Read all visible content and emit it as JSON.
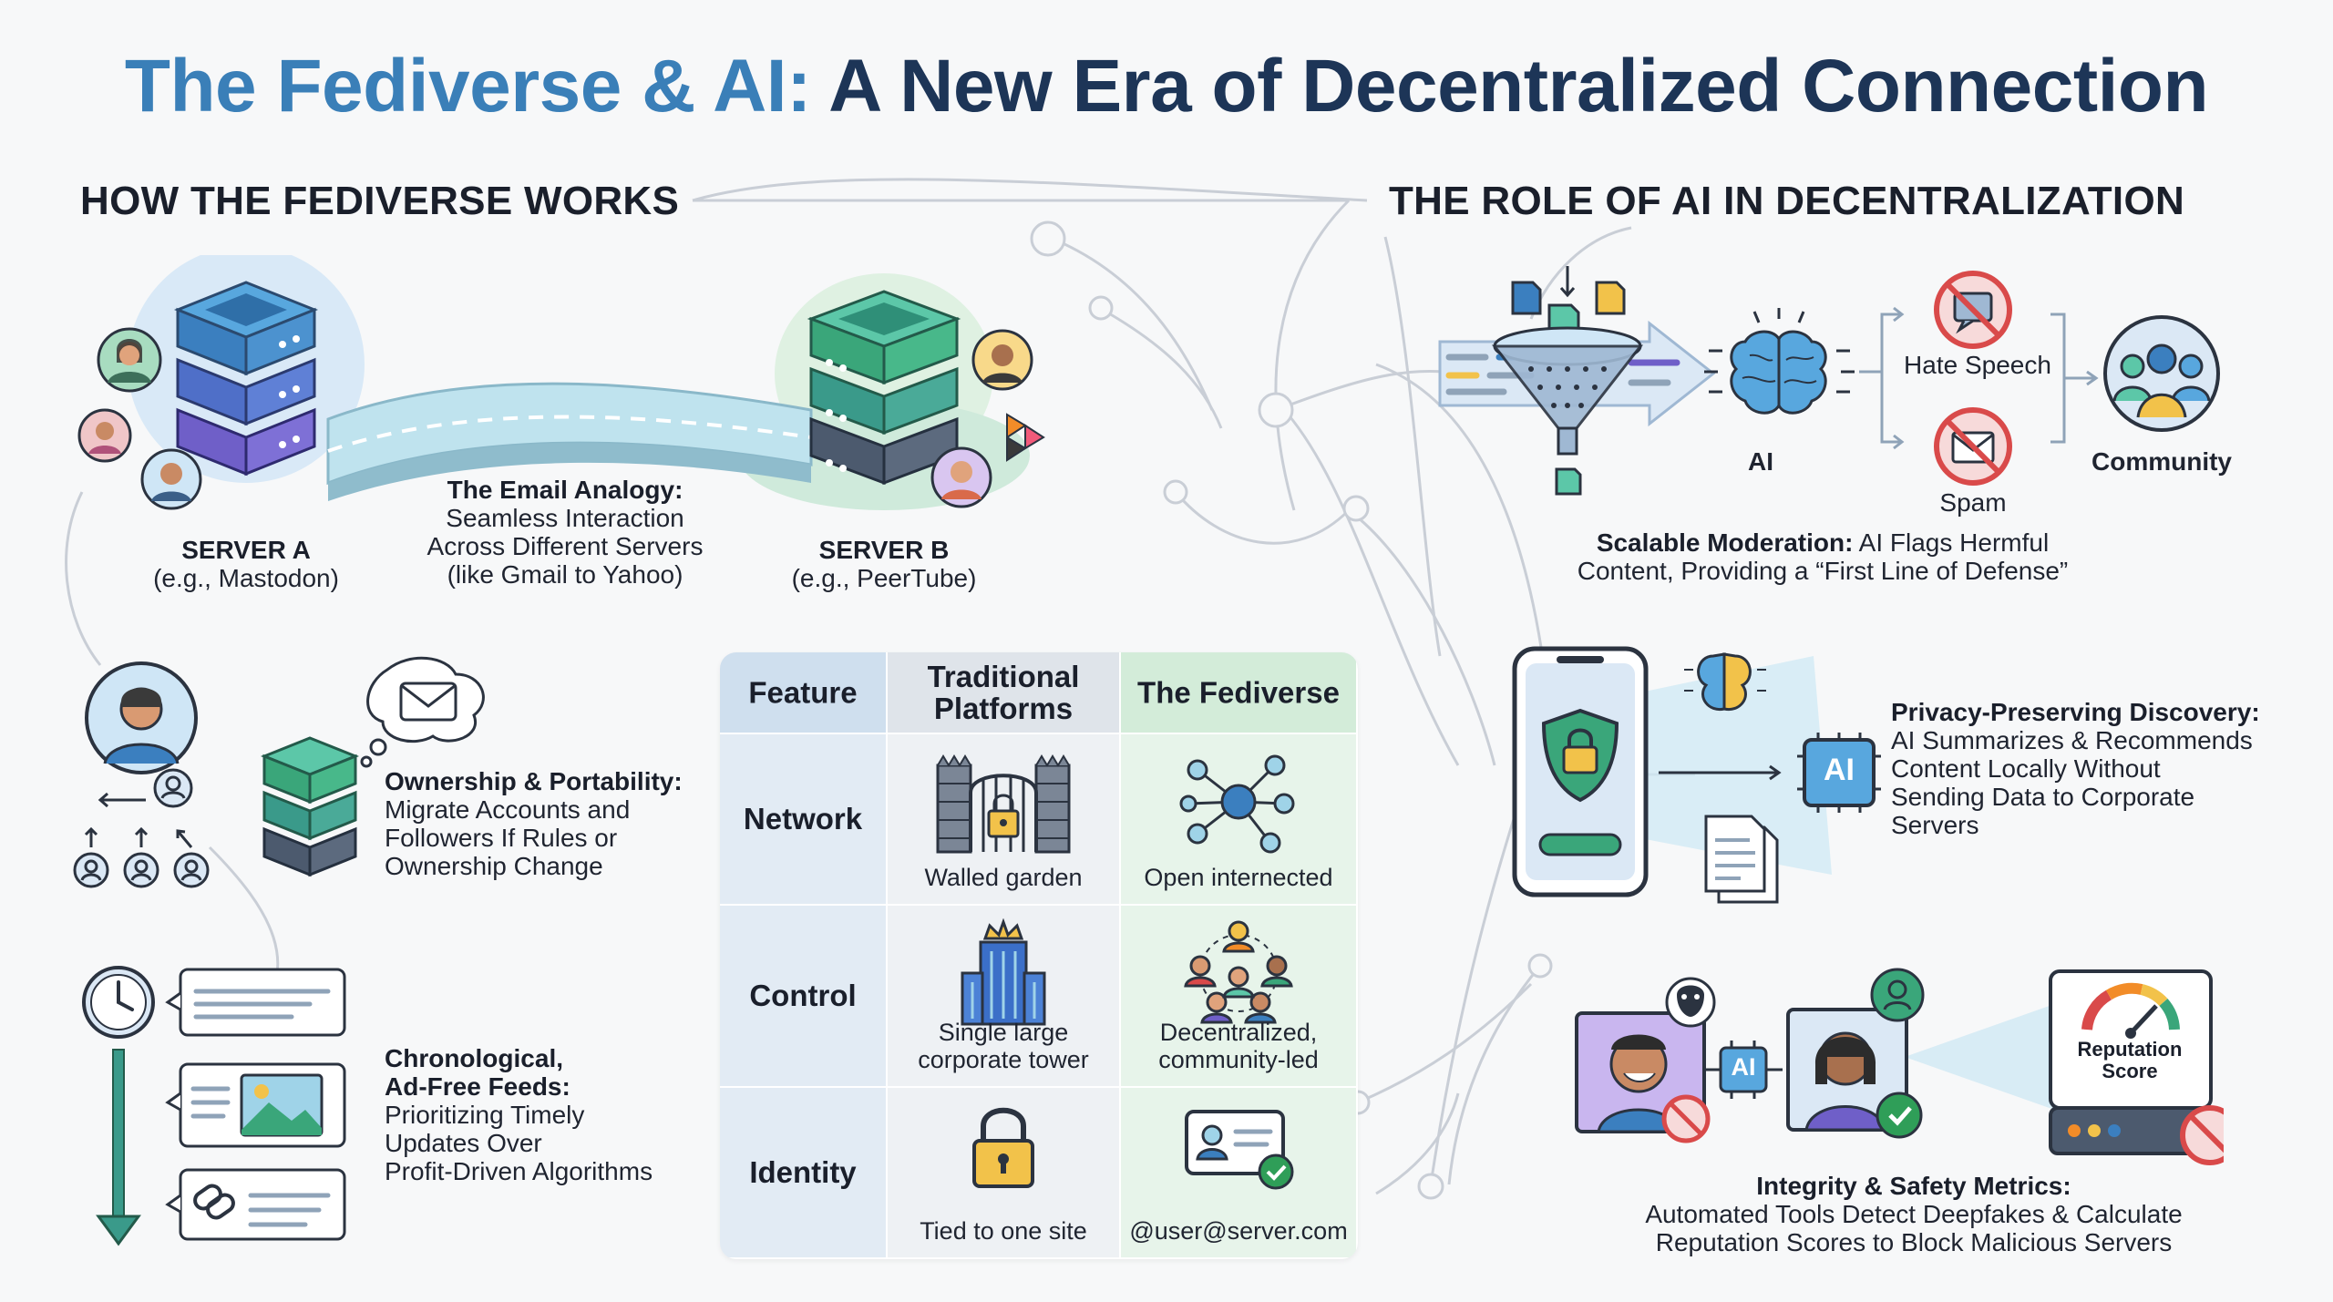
{
  "title": {
    "part1": "The Fediverse & AI:",
    "part2": "A New Era of Decentralized Connection"
  },
  "left": {
    "heading": "HOW THE FEDIVERSE WORKS",
    "server_a": {
      "name": "SERVER A",
      "example": "(e.g., Mastodon)"
    },
    "server_b": {
      "name": "SERVER B",
      "example": "(e.g., PeerTube)"
    },
    "email_analogy": {
      "title": "The Email Analogy:",
      "lines": [
        "Seamless Interaction",
        "Across Different Servers",
        "(like Gmail to Yahoo)"
      ]
    },
    "ownership": {
      "title": "Ownership & Portability:",
      "lines": [
        "Migrate Accounts and",
        "Followers If Rules or",
        "Ownership Change"
      ]
    },
    "feeds": {
      "title_lines": [
        "Chronological,",
        "Ad-Free Feeds:"
      ],
      "lines": [
        "Prioritizing Timely",
        "Updates Over",
        "Profit-Driven Algorithms"
      ]
    }
  },
  "table": {
    "headers": [
      "Feature",
      "Traditional Platforms",
      "The Fediverse"
    ],
    "header_trad_lines": [
      "Traditional",
      "Platforms"
    ],
    "rows": [
      {
        "feature": "Network",
        "traditional": "Walled garden",
        "fediverse": "Open internected"
      },
      {
        "feature": "Control",
        "traditional_lines": [
          "Single large",
          "corporate tower"
        ],
        "fediverse_lines": [
          "Decentralized,",
          "community-led"
        ]
      },
      {
        "feature": "Identity",
        "traditional": "Tied to one site",
        "fediverse": "@user@server.com"
      }
    ]
  },
  "right": {
    "heading": "THE ROLE OF AI IN DECENTRALIZATION",
    "moderation": {
      "ai_label": "AI",
      "hate_speech": "Hate Speech",
      "spam": "Spam",
      "community": "Community",
      "title": "Scalable Moderation:",
      "line1_rest": "AI Flags Hermful",
      "line2": "Content, Providing a “First Line of Defense”"
    },
    "privacy": {
      "chip_label": "AI",
      "title": "Privacy-Preserving Discovery:",
      "lines": [
        "AI Summarizes & Recommends",
        "Content Locally Without",
        "Sending Data to Corporate",
        "Servers"
      ]
    },
    "integrity": {
      "chip_label": "AI",
      "gauge_lines": [
        "Reputation",
        "Score"
      ],
      "title": "Integrity & Safety Metrics:",
      "lines": [
        "Automated Tools Detect Deepfakes & Calculate",
        "Reputation Scores to Block Malicious Servers"
      ]
    }
  },
  "colors": {
    "title_blue": "#3a7fb8",
    "title_navy": "#1d3557",
    "server_blue": "#3b7fbf",
    "server_green": "#3aa67a",
    "server_purple": "#6f5fc8",
    "block_red": "#d94a4a",
    "check_green": "#2f9e58"
  }
}
